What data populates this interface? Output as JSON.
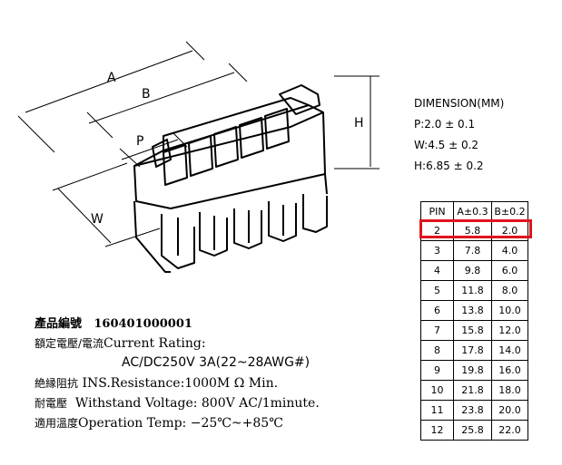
{
  "drawing": {
    "labels": {
      "a": "A",
      "b": "B",
      "p": "P",
      "w": "W",
      "h": "H"
    }
  },
  "dimensions": {
    "title": "DIMENSION(MM)",
    "p": "P:2.0 ± 0.1",
    "w": "W:4.5 ± 0.2",
    "h": "H:6.85 ± 0.2"
  },
  "pin_table": {
    "headers": [
      "PIN",
      "A±0.3",
      "B±0.2"
    ],
    "rows": [
      [
        "2",
        "5.8",
        "2.0"
      ],
      [
        "3",
        "7.8",
        "4.0"
      ],
      [
        "4",
        "9.8",
        "6.0"
      ],
      [
        "5",
        "11.8",
        "8.0"
      ],
      [
        "6",
        "13.8",
        "10.0"
      ],
      [
        "7",
        "15.8",
        "12.0"
      ],
      [
        "8",
        "17.8",
        "14.0"
      ],
      [
        "9",
        "19.8",
        "16.0"
      ],
      [
        "10",
        "21.8",
        "18.0"
      ],
      [
        "11",
        "23.8",
        "20.0"
      ],
      [
        "12",
        "25.8",
        "22.0"
      ]
    ],
    "highlight_color": "#e0141e"
  },
  "specs": {
    "part_label": "產品編號",
    "part_number": "160401000001",
    "rating_label": "額定電壓/電流",
    "rating_en": "Current  Rating:",
    "rating_value": "AC/DC250V  3A(22~28AWG#)",
    "insulation_label": "絶縁阻抗",
    "insulation_value": "INS.Resistance:1000M Ω Min.",
    "withstand_label": "耐電壓",
    "withstand_value": "Withstand  Voltage:  800V  AC/1minute.",
    "temp_label": "適用溫度",
    "temp_value": "Operation  Temp: −25℃~+85℃"
  }
}
